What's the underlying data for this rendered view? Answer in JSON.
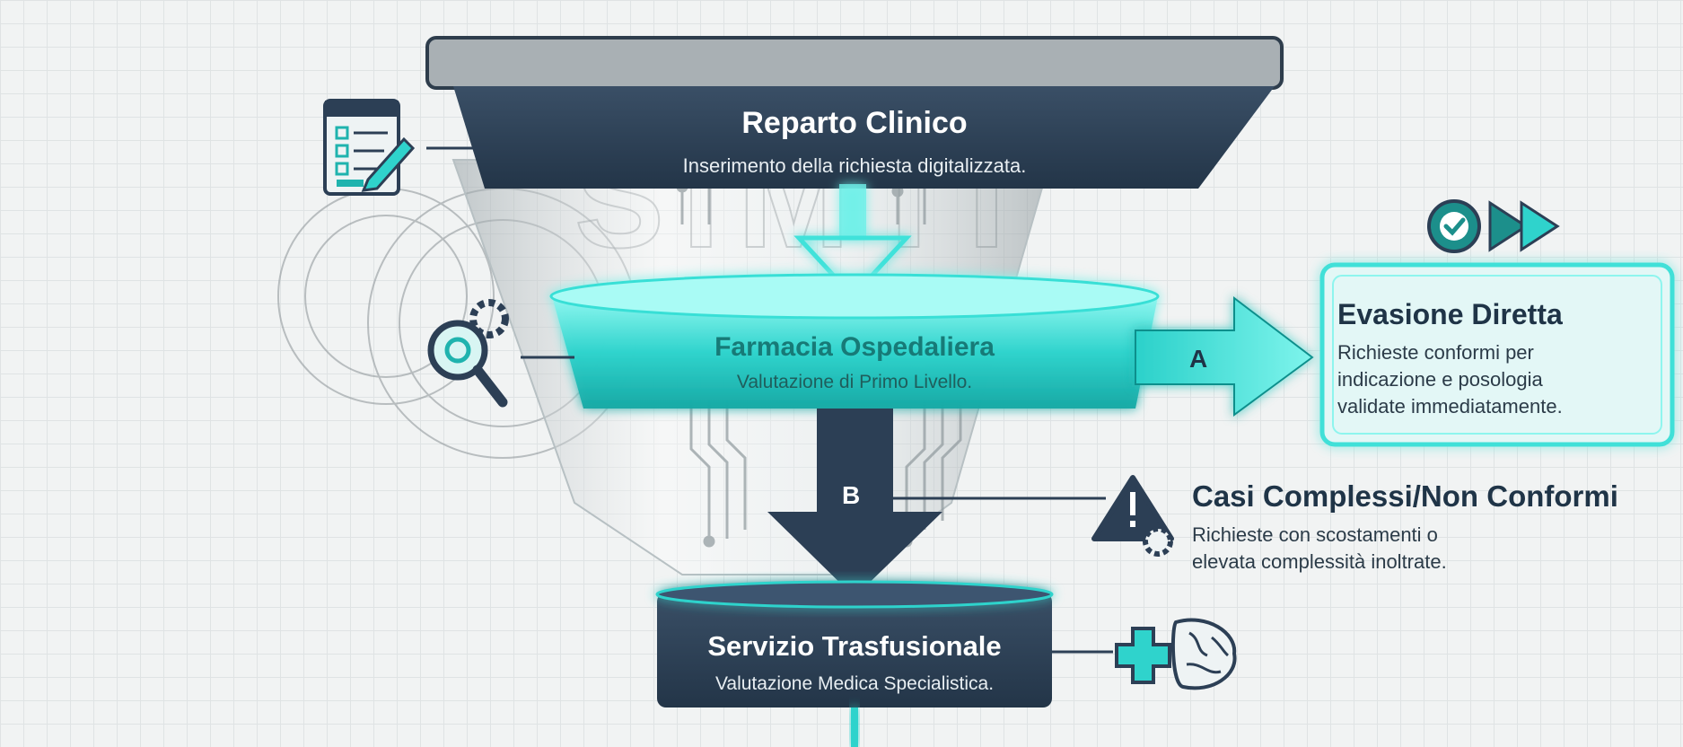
{
  "stages": {
    "reparto": {
      "title": "Reparto Clinico",
      "subtitle": "Inserimento della richiesta digitalizzata."
    },
    "farmacia": {
      "title": "Farmacia Ospedaliera",
      "subtitle": "Valutazione di Primo Livello."
    },
    "servizio": {
      "title": "Servizio Trasfusionale",
      "subtitle": "Valutazione Medica Specialistica."
    }
  },
  "branches": {
    "a": {
      "letter": "A",
      "title": "Evasione Diretta",
      "lines": [
        "Richieste conformi per",
        "indicazione e posologia",
        "validate immediatamente."
      ]
    },
    "b": {
      "letter": "B",
      "title": "Casi Complessi/Non Conformi",
      "lines": [
        "Richieste con scostamenti o",
        "elevata complessità inoltrate."
      ]
    }
  },
  "watermark": "SIMTI PRO",
  "icons": {
    "form": "digital-form-icon",
    "search": "search-gear-icon",
    "check": "check-circle-icon",
    "forward": "fast-forward-icon",
    "warning": "warning-gear-icon",
    "medical": "medical-cross-brain-icon"
  },
  "colors": {
    "navy": "#2c3f55",
    "teal": "#19c7c2",
    "teal_dark": "#0f8f8c",
    "glow": "#5ff2ea"
  }
}
